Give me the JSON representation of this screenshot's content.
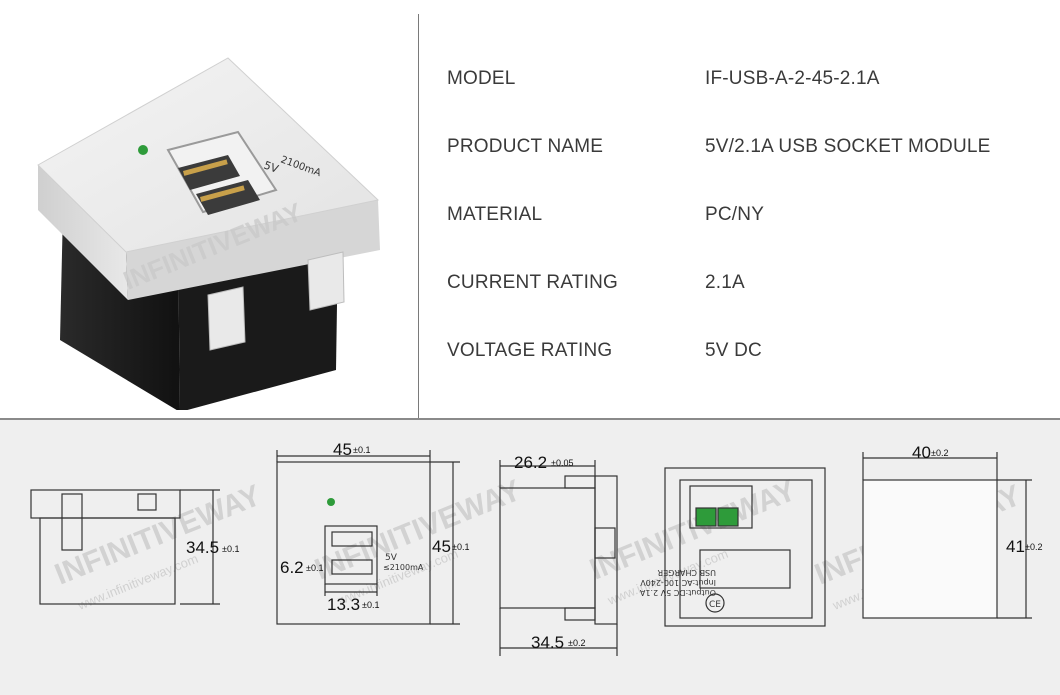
{
  "specs": [
    {
      "label": "MODEL",
      "value": "IF-USB-A-2-45-2.1A"
    },
    {
      "label": "PRODUCT NAME",
      "value": "5V/2.1A USB SOCKET MODULE"
    },
    {
      "label": "MATERIAL",
      "value": "PC/NY"
    },
    {
      "label": "CURRENT RATING",
      "value": "2.1A"
    },
    {
      "label": "VOLTAGE RATING",
      "value": "5V DC"
    }
  ],
  "photo": {
    "port_label_voltage": "5V",
    "port_label_current": "2100mA"
  },
  "watermark": {
    "brand": "INFINITIVEWAY",
    "url": "www.infinitiveway.com"
  },
  "drawings": {
    "side_view": {
      "height": "34.5",
      "height_tol": "±0.1"
    },
    "front_view": {
      "width": "45",
      "width_tol": "±0.1",
      "height": "45",
      "height_tol": "±0.1",
      "port_height": "6.2",
      "port_height_tol": "±0.1",
      "port_width": "13.3",
      "port_width_tol": "±0.1",
      "label_voltage": "5V",
      "label_current": "≤2100mA"
    },
    "profile_view": {
      "top": "26.2",
      "top_tol": "±0.05",
      "bottom": "34.5",
      "bottom_tol": "±0.2"
    },
    "back_view": {
      "label_lines": [
        "USB CHARGER",
        "Input:AC 100-240V",
        "Output:DC 5V 2.1A"
      ],
      "cert": "CE"
    },
    "cover_view": {
      "width": "40",
      "width_tol": "±0.2",
      "height": "41",
      "height_tol": "±0.2"
    }
  },
  "colors": {
    "divider": "#7a7a7a",
    "panel": "#efefef",
    "led": "#2e9b3a"
  }
}
